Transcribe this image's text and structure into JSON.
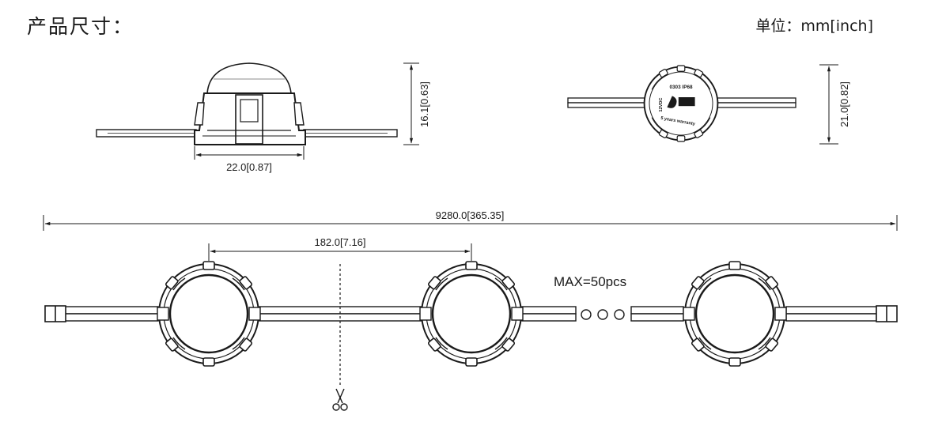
{
  "header": {
    "title": "产品尺寸：",
    "unit": "单位：mm[inch]"
  },
  "side_view": {
    "width_dim": "22.0[0.87]",
    "height_dim": "16.1[0.63]"
  },
  "top_view": {
    "height_dim": "21.0[0.82]",
    "module_text": [
      "0303 IP68",
      "12VDC",
      "5 years warranty"
    ]
  },
  "string_view": {
    "total_length_dim": "9280.0[365.35]",
    "pitch_dim": "182.0[7.16]",
    "max_label": "MAX=50pcs"
  },
  "icons": {
    "cut_mark": "scissors-icon"
  }
}
